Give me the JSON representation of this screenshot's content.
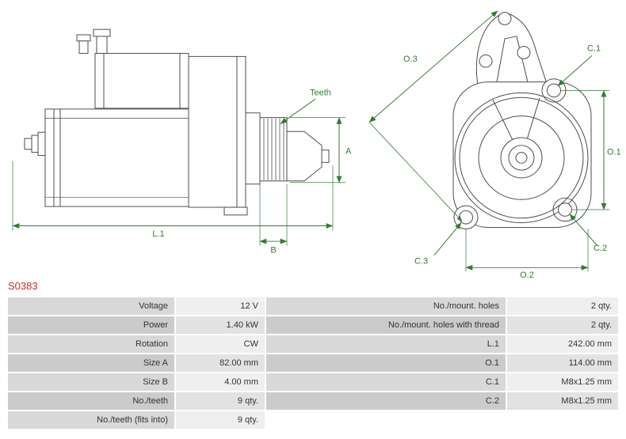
{
  "part_number": "S0383",
  "diagram": {
    "side_view": {
      "label_teeth": "Teeth",
      "dim_l1": "L.1",
      "dim_a": "A",
      "dim_b": "B"
    },
    "end_view": {
      "dim_o3": "O.3",
      "dim_c1": "C.1",
      "dim_o1": "O.1",
      "dim_c3": "C.3",
      "dim_c2": "C.2",
      "dim_o2": "O.2"
    },
    "colors": {
      "dimension_green": "#357a35",
      "outline_gray": "#4d4d4d",
      "part_number_red": "#cc2b2b"
    }
  },
  "spec_table": {
    "rows": [
      {
        "label_left": "Voltage",
        "value_left": "12 V",
        "label_right": "No./mount. holes",
        "value_right": "2 qty."
      },
      {
        "label_left": "Power",
        "value_left": "1.40 kW",
        "label_right": "No./mount. holes with thread",
        "value_right": "2 qty."
      },
      {
        "label_left": "Rotation",
        "value_left": "CW",
        "label_right": "L.1",
        "value_right": "242.00 mm"
      },
      {
        "label_left": "Size A",
        "value_left": "82.00 mm",
        "label_right": "O.1",
        "value_right": "114.00 mm"
      },
      {
        "label_left": "Size B",
        "value_left": "4.00 mm",
        "label_right": "C.1",
        "value_right": "M8x1.25 mm"
      },
      {
        "label_left": "No./teeth",
        "value_left": "9 qty.",
        "label_right": "C.2",
        "value_right": "M8x1.25 mm"
      },
      {
        "label_left": "No./teeth (fits into)",
        "value_left": "9 qty.",
        "label_right": "",
        "value_right": ""
      }
    ]
  }
}
